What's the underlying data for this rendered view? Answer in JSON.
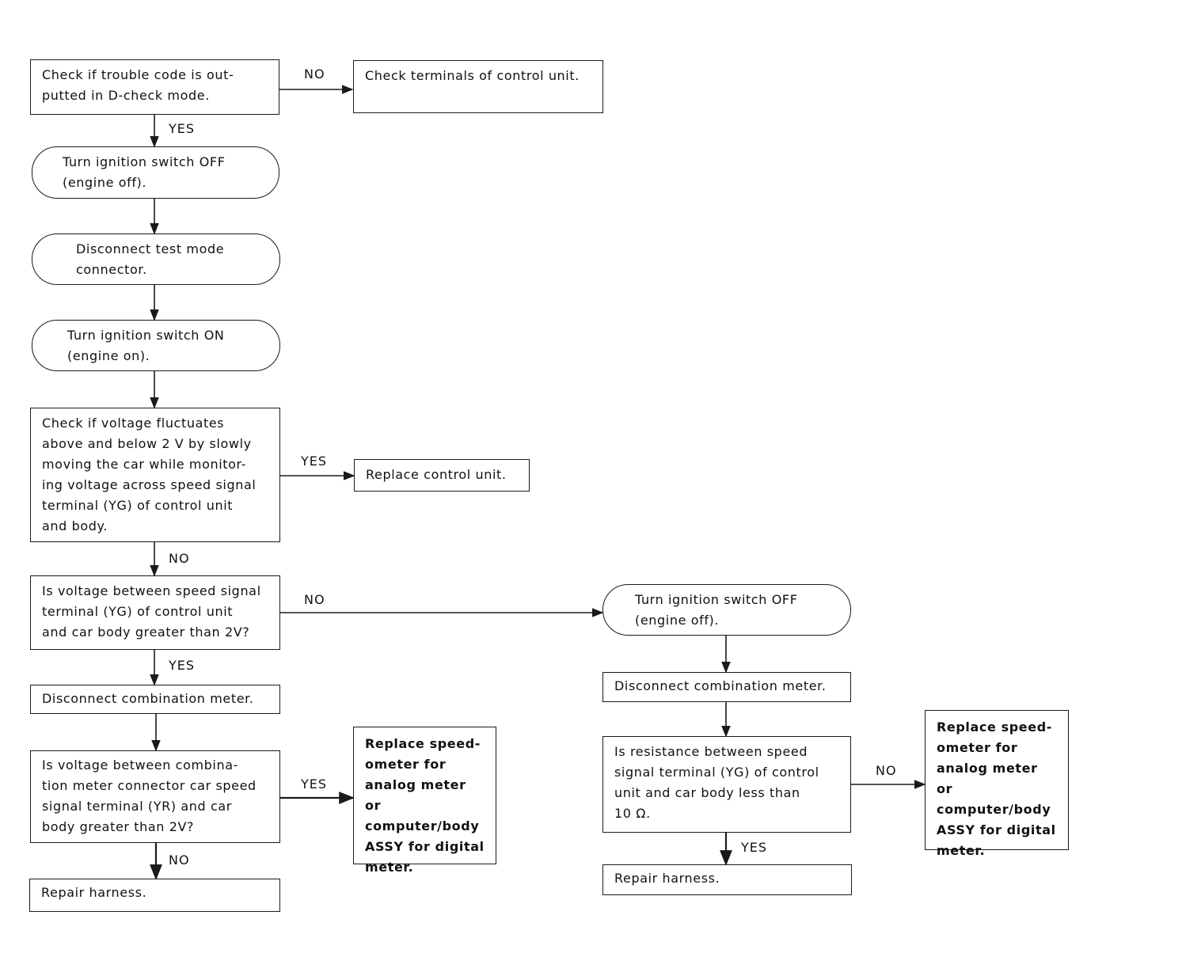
{
  "nodes": {
    "n1": "Check if trouble code is out-\nputted in D-check mode.",
    "n2": "Check terminals of control unit.",
    "n3": "Turn ignition switch OFF\n(engine off).",
    "n4": "Disconnect test mode\nconnector.",
    "n5": "Turn ignition switch ON\n(engine on).",
    "n6": "Check if voltage fluctuates\nabove and below 2 V by slowly\nmoving the car while monitor-\ning voltage across speed signal\nterminal (YG) of control unit\nand body.",
    "n7": "Replace control unit.",
    "n8": "Is voltage between speed signal\nterminal (YG) of control unit\nand car body greater than 2V?",
    "n9": "Disconnect combination meter.",
    "n10": "Is voltage between combina-\ntion meter connector car speed\nsignal terminal (YR) and car\nbody greater than 2V?",
    "n11": "Replace speed-\nometer for\nanalog meter or\ncomputer/body\nASSY for digital\nmeter.",
    "n12": "Repair harness.",
    "n13": "Turn ignition switch OFF\n(engine off).",
    "n14": "Disconnect combination meter.",
    "n15": "Is resistance between speed\nsignal terminal (YG) of control\nunit and car body less than\n10 Ω.",
    "n16": "Replace speed-\nometer for\nanalog meter or\ncomputer/body\nASSY for digital\nmeter.",
    "n17": "Repair harness."
  },
  "labels": {
    "l1": "NO",
    "l2": "YES",
    "l3": "YES",
    "l4": "NO",
    "l5": "NO",
    "l6": "YES",
    "l7": "YES",
    "l8": "NO",
    "l9": "NO",
    "l10": "YES"
  }
}
